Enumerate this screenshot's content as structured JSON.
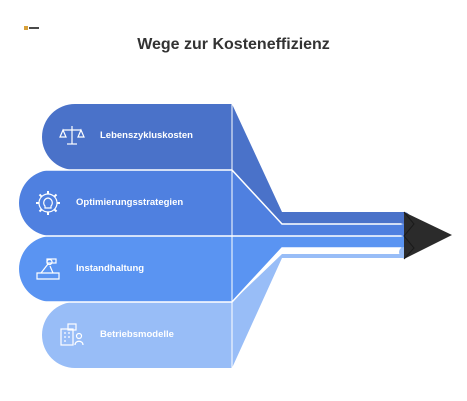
{
  "title": "Wege zur Kosteneffizienz",
  "colors": {
    "band1": "#4a72c9",
    "band2": "#4f80e0",
    "band3": "#5a94f2",
    "band4": "#98bdf7",
    "title": "#333333",
    "tip": "#2b2b2b"
  },
  "items": [
    {
      "label": "Lebenszykluskosten",
      "icon": "balance-scale-icon"
    },
    {
      "label": "Optimierungsstrategien",
      "icon": "lightbulb-gear-icon"
    },
    {
      "label": "Instandhaltung",
      "icon": "wrench-hammer-icon"
    },
    {
      "label": "Betriebsmodelle",
      "icon": "building-person-icon"
    }
  ]
}
